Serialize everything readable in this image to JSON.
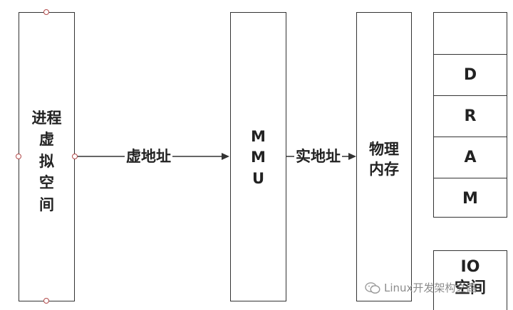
{
  "process_space": {
    "label_lines": [
      "进程",
      "虚",
      "拟",
      "空",
      "间"
    ]
  },
  "arrow_virtual": {
    "label": "虚地址"
  },
  "mmu": {
    "label_lines": [
      "M",
      "M",
      "U"
    ]
  },
  "arrow_physical": {
    "label": "实地址"
  },
  "physical_memory": {
    "label_lines": [
      "物理",
      "内存"
    ]
  },
  "dram": {
    "cells": [
      "",
      "D",
      "R",
      "A",
      "M"
    ]
  },
  "io_box": {
    "label_lines": [
      "IO",
      "空间"
    ]
  },
  "watermark": {
    "text": "Linux开发架构之路",
    "icon": "wechat-icon"
  }
}
